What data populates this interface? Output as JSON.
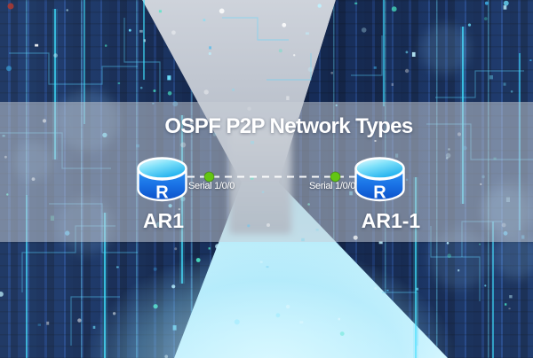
{
  "title": "OSPF P2P Network Types",
  "topology": {
    "routers": [
      {
        "name": "AR1",
        "icon_letter": "R"
      },
      {
        "name": "AR1-1",
        "icon_letter": "R"
      }
    ],
    "link": {
      "type": "point-to-point",
      "line_style": "dashed",
      "left_interface": "Serial 1/0/0",
      "right_interface": "Serial 1/0/0"
    }
  },
  "colors": {
    "endpoint_dot": "#63c513",
    "link_line": "#ffffff",
    "router_cap": "#1fb0ee",
    "router_body": "#1a73e6",
    "band_overlay": "rgba(202,207,214,0.52)",
    "title_text": "#ffffff"
  }
}
